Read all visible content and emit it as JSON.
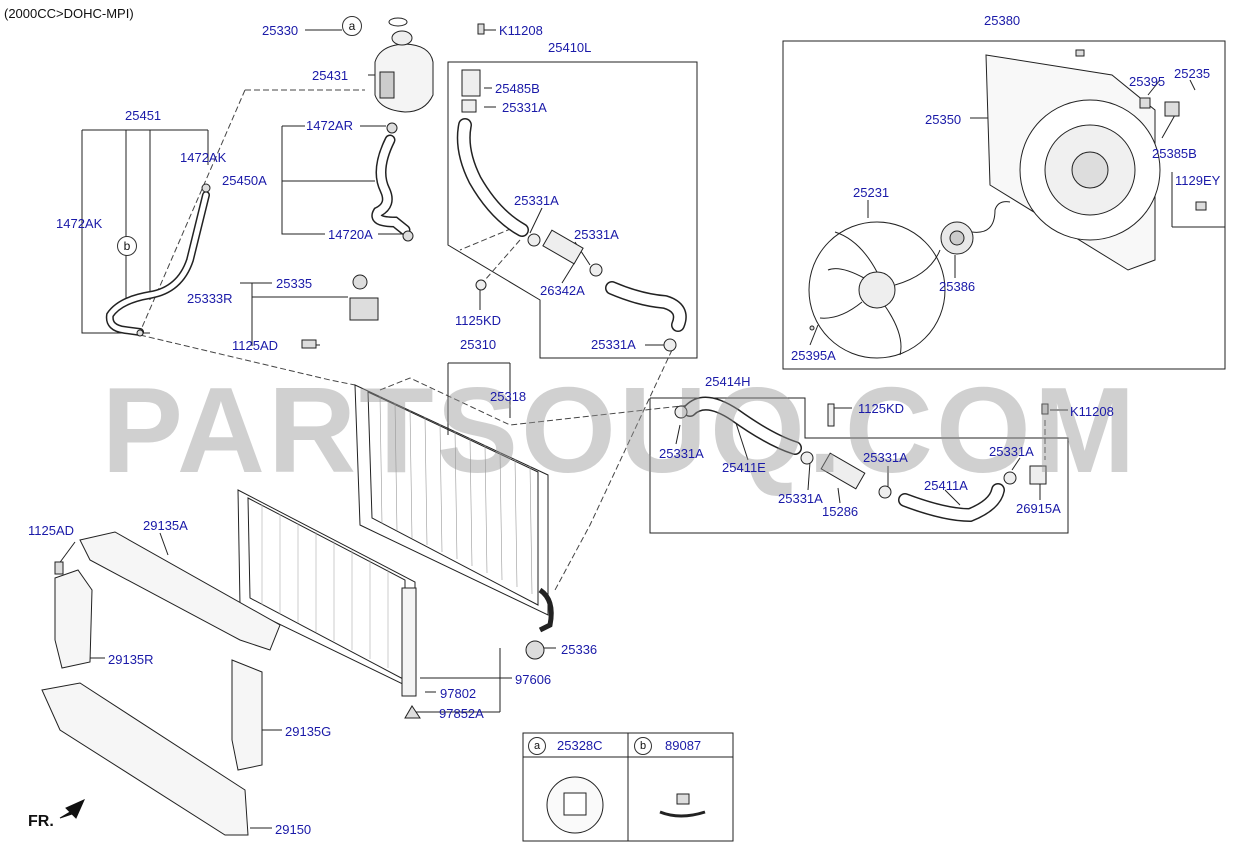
{
  "header": {
    "engine_label": "(2000CC>DOHC-MPI)"
  },
  "watermark": "PARTSOUQ.COM",
  "orientation": {
    "label": "FR."
  },
  "callouts": [
    {
      "id": "c01",
      "text": "25330"
    },
    {
      "id": "c02",
      "text": "25431"
    },
    {
      "id": "c03",
      "text": "1472AR"
    },
    {
      "id": "c04",
      "text": "25450A"
    },
    {
      "id": "c05",
      "text": "14720A"
    },
    {
      "id": "c06",
      "text": "25451"
    },
    {
      "id": "c07",
      "text": "1472AK"
    },
    {
      "id": "c08",
      "text": "1472AK"
    },
    {
      "id": "c09",
      "text": "25335"
    },
    {
      "id": "c10",
      "text": "25333R"
    },
    {
      "id": "c11",
      "text": "1125AD"
    },
    {
      "id": "c12",
      "text": "K11208"
    },
    {
      "id": "c13",
      "text": "25410L"
    },
    {
      "id": "c14",
      "text": "25485B"
    },
    {
      "id": "c15",
      "text": "25331A"
    },
    {
      "id": "c16",
      "text": "25331A"
    },
    {
      "id": "c17",
      "text": "25331A"
    },
    {
      "id": "c18",
      "text": "26342A"
    },
    {
      "id": "c19",
      "text": "1125KD"
    },
    {
      "id": "c20",
      "text": "25331A"
    },
    {
      "id": "c21",
      "text": "25310"
    },
    {
      "id": "c22",
      "text": "25318"
    },
    {
      "id": "c23",
      "text": "25380"
    },
    {
      "id": "c24",
      "text": "25395"
    },
    {
      "id": "c25",
      "text": "25235"
    },
    {
      "id": "c26",
      "text": "25350"
    },
    {
      "id": "c27",
      "text": "25385B"
    },
    {
      "id": "c28",
      "text": "1129EY"
    },
    {
      "id": "c29",
      "text": "25231"
    },
    {
      "id": "c30",
      "text": "25386"
    },
    {
      "id": "c31",
      "text": "25395A"
    },
    {
      "id": "c32",
      "text": "25414H"
    },
    {
      "id": "c33",
      "text": "1125KD"
    },
    {
      "id": "c34",
      "text": "K11208"
    },
    {
      "id": "c35",
      "text": "25331A"
    },
    {
      "id": "c36",
      "text": "25411E"
    },
    {
      "id": "c37",
      "text": "25331A"
    },
    {
      "id": "c38",
      "text": "25331A"
    },
    {
      "id": "c39",
      "text": "15286"
    },
    {
      "id": "c40",
      "text": "25411A"
    },
    {
      "id": "c41",
      "text": "25331A"
    },
    {
      "id": "c42",
      "text": "26915A"
    },
    {
      "id": "c43",
      "text": "1125AD"
    },
    {
      "id": "c44",
      "text": "29135A"
    },
    {
      "id": "c45",
      "text": "29135R"
    },
    {
      "id": "c46",
      "text": "29135G"
    },
    {
      "id": "c47",
      "text": "29150"
    },
    {
      "id": "c48",
      "text": "25336"
    },
    {
      "id": "c49",
      "text": "97802"
    },
    {
      "id": "c50",
      "text": "97606"
    },
    {
      "id": "c51",
      "text": "97852A"
    }
  ],
  "markers": {
    "a": "a",
    "b": "b"
  },
  "legend": [
    {
      "letter": "a",
      "part": "25328C"
    },
    {
      "letter": "b",
      "part": "89087"
    }
  ]
}
